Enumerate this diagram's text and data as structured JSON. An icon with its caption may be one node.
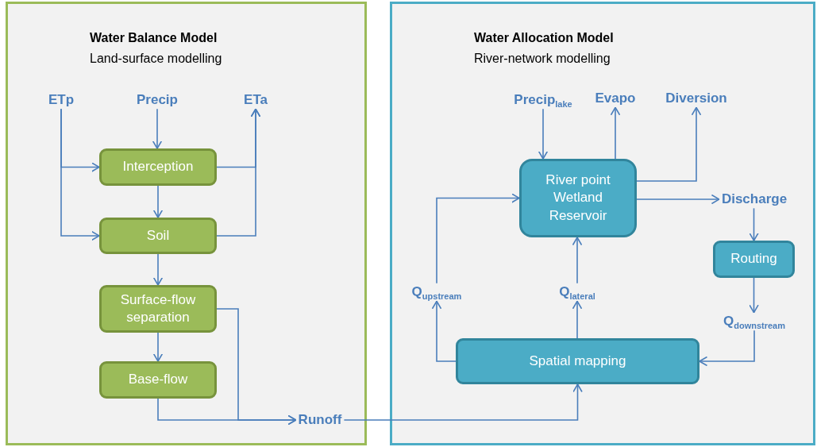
{
  "diagram": {
    "nodes": [
      {
        "text": [
          "Water Balance Model",
          "Land-surface modelling"
        ]
      },
      {
        "text": [
          "ETp"
        ],
        "in": 0
      },
      {
        "text": [
          "Precip"
        ],
        "in": 0
      },
      {
        "text": [
          "ETa"
        ],
        "in": 0
      },
      {
        "text": [
          "Interception"
        ],
        "in": 0
      },
      {
        "text": [
          "Soil"
        ],
        "in": 0
      },
      {
        "text": [
          "Surface-flow separation"
        ],
        "in": 0
      },
      {
        "text": [
          "Base-flow"
        ],
        "in": 0
      },
      {
        "text": [
          "Runoff"
        ],
        "in": 0
      },
      {
        "text": [
          "Water Allocation Model",
          "River-network modelling"
        ]
      },
      {
        "text": [
          "Precip$_{lake}$"
        ],
        "in": 9
      },
      {
        "text": [
          "Evapo"
        ],
        "in": 9
      },
      {
        "text": [
          "Diversion"
        ],
        "in": 9
      },
      {
        "text": [
          "River point",
          "Wetland",
          "Reservoir"
        ],
        "in": 9
      },
      {
        "text": [
          "Discharge"
        ],
        "in": 9
      },
      {
        "text": [
          "Routing"
        ],
        "in": 9
      },
      {
        "text": [
          "Q$_{downstream}$"
        ],
        "in": 9
      },
      {
        "text": [
          "Q$_{lateral}$"
        ],
        "in": 9
      },
      {
        "text": [
          "Q$_{upstream}$"
        ],
        "in": 9
      },
      {
        "text": [
          "Spatial mapping"
        ],
        "in": 9
      }
    ],
    "edges": [
      {
        "from": 1,
        "to": 4,
        "arrow": "to"
      },
      {
        "from": 1,
        "to": 5,
        "arrow": "to"
      },
      {
        "from": 2,
        "to": 4,
        "arrow": "to"
      },
      {
        "from": 4,
        "to": 3,
        "arrow": "to"
      },
      {
        "from": 5,
        "to": 3,
        "arrow": "to"
      },
      {
        "from": 4,
        "to": 5,
        "arrow": "to"
      },
      {
        "from": 5,
        "to": 6,
        "arrow": "to"
      },
      {
        "from": 6,
        "to": 7,
        "arrow": "to"
      },
      {
        "from": 6,
        "to": 8,
        "arrow": "to"
      },
      {
        "from": 7,
        "to": 8,
        "arrow": "to"
      },
      {
        "from": 8,
        "to": 19,
        "arrow": "to"
      },
      {
        "from": 10,
        "to": 13,
        "arrow": "to"
      },
      {
        "from": 13,
        "to": 11,
        "arrow": "to"
      },
      {
        "from": 13,
        "to": 12,
        "arrow": "to"
      },
      {
        "from": 13,
        "to": 14,
        "arrow": "to"
      },
      {
        "from": 14,
        "to": 15,
        "arrow": "to"
      },
      {
        "from": 15,
        "to": 16,
        "arrow": "to"
      },
      {
        "from": 16,
        "to": 19,
        "arrow": "to"
      },
      {
        "from": 19,
        "to": 17,
        "arrow": "to"
      },
      {
        "from": 17,
        "to": 13,
        "arrow": "to"
      },
      {
        "from": 19,
        "to": 18,
        "arrow": "to"
      },
      {
        "from": 18,
        "to": 13,
        "arrow": "to"
      }
    ]
  }
}
